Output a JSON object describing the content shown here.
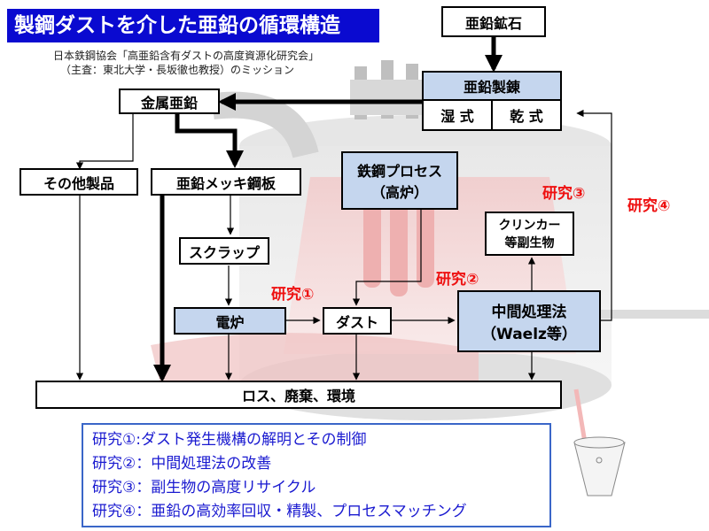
{
  "title": "製鋼ダストを介した亜鉛の循環構造",
  "subtitle_line1": "日本鉄鋼協会「高亜鉛含有ダストの高度資源化研究会」",
  "subtitle_line2": "（主査：東北大学・長坂徹也教授）のミッション",
  "nodes": {
    "zinc_ore": "亜鉛鉱石",
    "zinc_refining": "亜鉛製錬",
    "wet": "湿 式",
    "dry": "乾 式",
    "metal_zinc": "金属亜鉛",
    "other_products": "その他製品",
    "galvanized_sheet": "亜鉛メッキ鋼板",
    "steel_process_l1": "鉄鋼プロセス",
    "steel_process_l2": "（高炉）",
    "scrap": "スクラップ",
    "electric_furnace": "電炉",
    "dust": "ダスト",
    "intermediate_l1": "中間処理法",
    "intermediate_l2": "（Waelz等）",
    "clinker_l1": "クリンカー",
    "clinker_l2": "等副生物",
    "loss": "ロス、廃棄、環境"
  },
  "research_labels": {
    "r1": "研究①",
    "r2": "研究②",
    "r3": "研究③",
    "r4": "研究④"
  },
  "legend": [
    "研究①:ダスト発生機構の解明とその制御",
    "研究②：中間処理法の改善",
    "研究③：副生物の高度リサイクル",
    "研究④：亜鉛の高効率回収・精製、プロセスマッチング"
  ],
  "colors": {
    "title_bg": "#0a0ad0",
    "node_blue": "#c5d6ee",
    "research_red": "#ee1111",
    "legend_text": "#1a1ad0"
  }
}
